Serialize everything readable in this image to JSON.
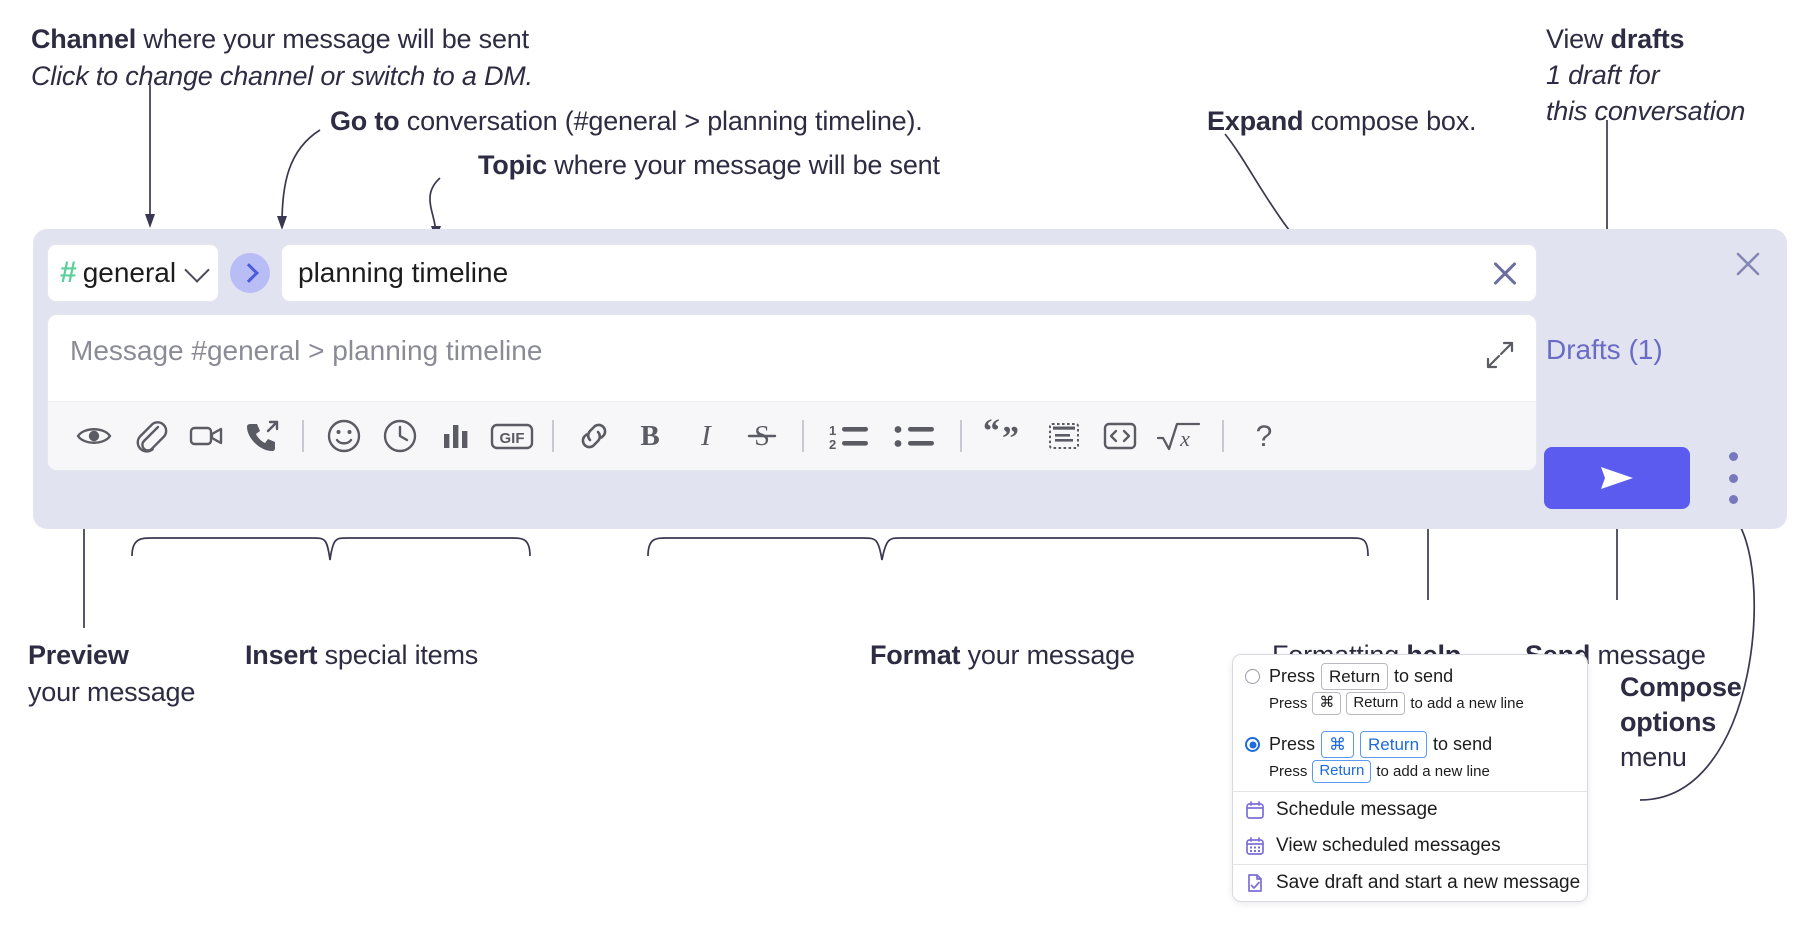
{
  "annotations": {
    "channel": {
      "strong": "Channel",
      "rest": " where your message will be sent",
      "italic": "Click to change channel or switch to a DM."
    },
    "goto": {
      "strong": "Go to",
      "rest": " conversation (#general > planning timeline)."
    },
    "topic": {
      "strong": "Topic",
      "rest": " where your message will be sent"
    },
    "expand": {
      "strong": "Expand",
      "rest": " compose box."
    },
    "drafts": {
      "line1_normal": "View ",
      "line1_strong": "drafts",
      "line2": "1 draft for",
      "line3": "this conversation"
    },
    "preview": {
      "strong": "Preview",
      "line2": "your message"
    },
    "insert": {
      "strong": "Insert",
      "rest": " special items"
    },
    "format": {
      "strong": "Format",
      "rest": " your message"
    },
    "help": {
      "normal": "Formatting ",
      "strong": "help"
    },
    "send": {
      "strong": "Send",
      "rest": " message"
    },
    "compose_options": {
      "line1": "Compose",
      "line2": "options",
      "line3": "menu"
    }
  },
  "compose": {
    "channel": {
      "icon": "hash-icon",
      "name": "general",
      "chevron": "chevron-down-icon"
    },
    "goto_button": {
      "icon": "chevron-right-icon"
    },
    "topic": {
      "value": "planning timeline",
      "clear_icon": "close-icon"
    },
    "message": {
      "placeholder": "Message #general > planning timeline",
      "expand_icon": "expand-icon"
    },
    "close_icon": "close-icon",
    "drafts_label": "Drafts (1)",
    "send_icon": "send-icon",
    "options_icon": "kebab-menu-icon",
    "toolbar": [
      {
        "name": "preview-button",
        "icon": "eye-icon",
        "label": "Preview"
      },
      {
        "name": "attach-file-button",
        "icon": "paperclip-icon",
        "label": "Attach file"
      },
      {
        "name": "record-video-button",
        "icon": "video-camera-icon",
        "label": "Record video clip"
      },
      {
        "name": "record-audio-button",
        "icon": "phone-outgoing-icon",
        "label": "Record audio clip"
      },
      {
        "name": "separator-1",
        "icon": "divider",
        "label": ""
      },
      {
        "name": "emoji-button",
        "icon": "emoji-icon",
        "label": "Emoji"
      },
      {
        "name": "schedule-button",
        "icon": "clock-icon",
        "label": "Schedule"
      },
      {
        "name": "poll-button",
        "icon": "bar-chart-icon",
        "label": "Poll"
      },
      {
        "name": "gif-button",
        "icon": "gif-icon",
        "label": "GIF"
      },
      {
        "name": "separator-2",
        "icon": "divider",
        "label": ""
      },
      {
        "name": "link-button",
        "icon": "link-icon",
        "label": "Link"
      },
      {
        "name": "bold-button",
        "icon": "bold-icon",
        "label": "Bold"
      },
      {
        "name": "italic-button",
        "icon": "italic-icon",
        "label": "Italic"
      },
      {
        "name": "strikethrough-button",
        "icon": "strikethrough-icon",
        "label": "Strikethrough"
      },
      {
        "name": "separator-3",
        "icon": "divider",
        "label": ""
      },
      {
        "name": "ordered-list-button",
        "icon": "ordered-list-icon",
        "label": "Ordered list"
      },
      {
        "name": "bulleted-list-button",
        "icon": "bulleted-list-icon",
        "label": "Bulleted list"
      },
      {
        "name": "separator-4",
        "icon": "divider",
        "label": ""
      },
      {
        "name": "blockquote-button",
        "icon": "quote-icon",
        "label": "Blockquote"
      },
      {
        "name": "code-block-button",
        "icon": "code-block-icon",
        "label": "Code block"
      },
      {
        "name": "code-button",
        "icon": "code-icon",
        "label": "Code"
      },
      {
        "name": "math-button",
        "icon": "square-root-icon",
        "label": "Math"
      },
      {
        "name": "separator-5",
        "icon": "divider",
        "label": ""
      },
      {
        "name": "formatting-help-button",
        "icon": "question-mark-icon",
        "label": "?"
      }
    ],
    "gif_text": "GIF",
    "bold_text": "B",
    "italic_text": "I",
    "help_text": "?"
  },
  "options_menu": {
    "option1": {
      "selected": false,
      "main_prefix": "Press",
      "main_key": "Return",
      "main_suffix": "to send",
      "sub_prefix": "Press",
      "sub_key1": "⌘",
      "sub_key2": "Return",
      "sub_suffix": "to add a new line"
    },
    "option2": {
      "selected": true,
      "main_prefix": "Press",
      "main_key1": "⌘",
      "main_key2": "Return",
      "main_suffix": "to send",
      "sub_prefix": "Press",
      "sub_key": "Return",
      "sub_suffix": "to add a new line"
    },
    "items": [
      {
        "name": "schedule-message-item",
        "icon": "calendar-icon",
        "label": "Schedule message"
      },
      {
        "name": "view-scheduled-messages-item",
        "icon": "calendar-grid-icon",
        "label": "View scheduled messages"
      },
      {
        "name": "save-draft-item",
        "icon": "document-check-icon",
        "label": "Save draft and start a new message"
      }
    ]
  },
  "colors": {
    "panel_bg": "#e2e3f1",
    "send_blue": "#5b5bf0",
    "hash_green": "#5fcf9a",
    "drafts_text": "#6a6bc4",
    "goto_circle": "#b9bdf5",
    "menu_icon_purple": "#7b6fd6",
    "radio_blue": "#1d6bdd",
    "annotation_text": "#2e2c42"
  }
}
